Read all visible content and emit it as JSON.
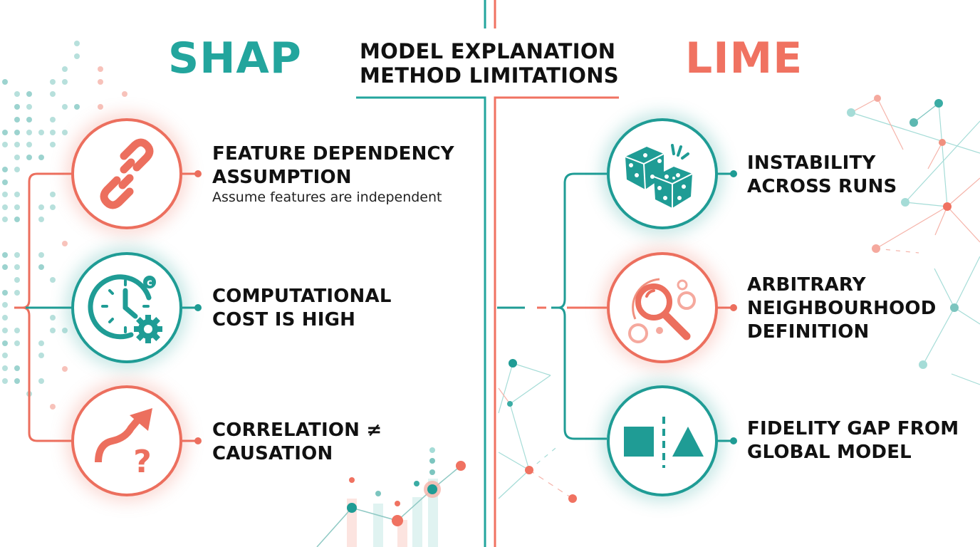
{
  "header": {
    "left_title": "SHAP",
    "right_title": "LIME",
    "main_title_line1": "MODEL EXPLANATION",
    "main_title_line2": "METHOD LIMITATIONS"
  },
  "colors": {
    "teal": "#23a59d",
    "coral": "#f07261",
    "text": "#111111"
  },
  "shap": {
    "items": [
      {
        "icon": "chain-link-icon",
        "accent": "coral",
        "line1": "FEATURE DEPENDENCY",
        "line2": "ASSUMPTION",
        "subtitle": "Assume features are independent"
      },
      {
        "icon": "clock-gear-icon",
        "accent": "teal",
        "line1": "COMPUTATIONAL",
        "line2": "COST IS HIGH"
      },
      {
        "icon": "arrow-question-icon",
        "accent": "coral",
        "line1": "CORRELATION ≠",
        "line2": "CAUSATION"
      }
    ]
  },
  "lime": {
    "items": [
      {
        "icon": "dice-icon",
        "accent": "teal",
        "line1": "INSTABILITY",
        "line2": "ACROSS RUNS"
      },
      {
        "icon": "magnifier-bubbles-icon",
        "accent": "coral",
        "line1": "ARBITRARY",
        "line2": "NEIGHBOURHOOD",
        "line3": "DEFINITION"
      },
      {
        "icon": "square-triangle-split-icon",
        "accent": "teal",
        "line1": "FIDELITY GAP FROM",
        "line2": "GLOBAL MODEL"
      }
    ]
  }
}
